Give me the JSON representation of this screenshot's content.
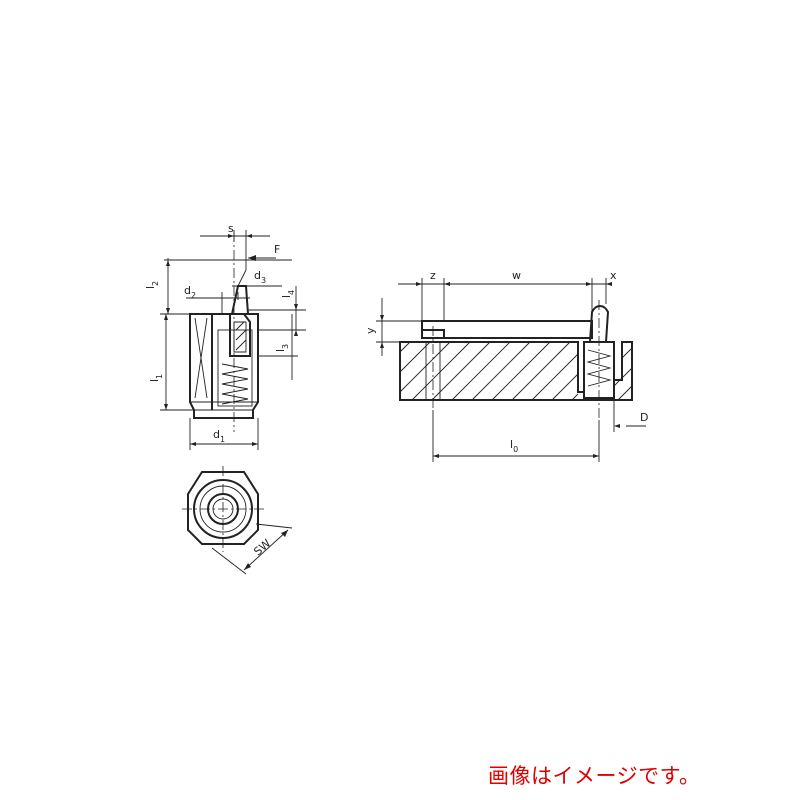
{
  "labels": {
    "s": "s",
    "F": "F",
    "d3": {
      "main": "d",
      "sub": "3"
    },
    "l2": {
      "main": "l",
      "sub": "2"
    },
    "d2": {
      "main": "d",
      "sub": "2"
    },
    "l4": {
      "main": "l",
      "sub": "4"
    },
    "l3": {
      "main": "l",
      "sub": "3"
    },
    "l1": {
      "main": "l",
      "sub": "1"
    },
    "d1": {
      "main": "d",
      "sub": "1"
    },
    "SW": "SW",
    "z": "z",
    "w": "w",
    "x": "x",
    "y": "y",
    "D": "D",
    "l0": {
      "main": "l",
      "sub": "0"
    }
  },
  "disclaimer": "画像はイメージです。",
  "colors": {
    "line": "#222222",
    "disclaimer": "#e00000",
    "background": "#ffffff"
  }
}
